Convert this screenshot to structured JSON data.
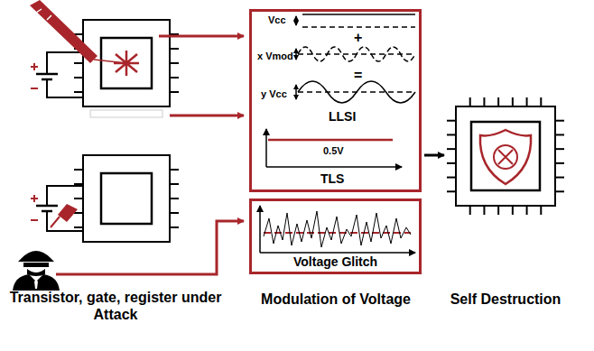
{
  "diagram": {
    "nodes": [
      {
        "text": [
          "Vcc",
          "+",
          "x Vmod",
          "=",
          "y Vcc",
          "LLSI",
          "0.5V",
          "TLS"
        ]
      },
      {
        "text": [
          "Voltage Glitch"
        ]
      }
    ],
    "labels": [
      "Transistor, gate, register under Attack",
      "Modulation of Voltage",
      "Self Destruction"
    ]
  }
}
